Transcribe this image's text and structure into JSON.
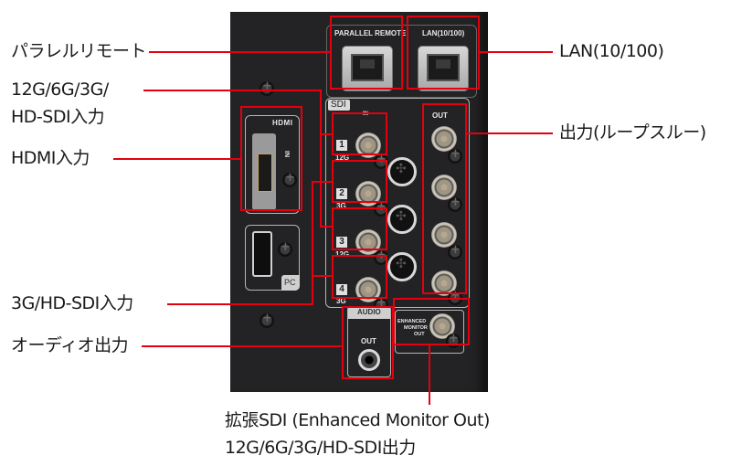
{
  "callouts": {
    "parallel_remote": "パラレルリモート",
    "sdi_in_line1": "12G/6G/3G/",
    "sdi_in_line2": "HD-SDI入力",
    "hdmi_in": "HDMI入力",
    "sdi_3g_in": "3G/HD-SDI入力",
    "audio_out": "オーディオ出力",
    "lan": "LAN(10/100)",
    "loop_out": "出力(ループスルー)",
    "enhanced_line1": "拡張SDI (Enhanced Monitor Out)",
    "enhanced_line2": "12G/6G/3G/HD-SDI出力"
  },
  "panel": {
    "parallel_remote_label": "PARALLEL REMOTE",
    "lan_label": "LAN(10/100)",
    "hdmi_logo": "HDMI",
    "hdmi_in_mark": "IN",
    "pc_label": "PC",
    "sdi_label": "SDI",
    "sdi_in_label": "IN",
    "sdi_out_label": "OUT",
    "sdi_inputs": [
      {
        "number": "1",
        "rate": "12G"
      },
      {
        "number": "2",
        "rate": "3G"
      },
      {
        "number": "3",
        "rate": "12G"
      },
      {
        "number": "4",
        "rate": "3G"
      }
    ],
    "audio_header": "AUDIO",
    "audio_out_label": "OUT",
    "enhanced_label_1": "ENHANCED",
    "enhanced_label_2": "MONITOR",
    "enhanced_label_3": "OUT"
  },
  "colors": {
    "callout_red": "#e3000f",
    "panel_black": "#232325"
  }
}
